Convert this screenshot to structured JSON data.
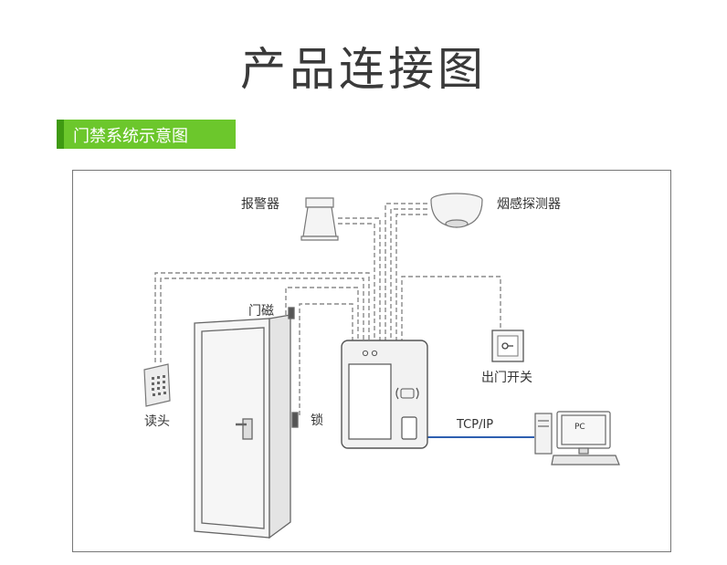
{
  "page": {
    "title": "产品连接图",
    "section_label": "门禁系统示意图"
  },
  "diagram": {
    "labels": {
      "alarm": "报警器",
      "smoke": "烟感探测器",
      "door_sensor": "门磁",
      "lock": "锁",
      "reader": "读头",
      "exit_button": "出门开关",
      "network": "TCP/IP",
      "pc": "PC"
    },
    "colors": {
      "accent_green": "#6cc72c",
      "accent_green_dark": "#3f9a12",
      "network_line": "#2e5fb0",
      "dashed_line": "#8a8a8a"
    }
  }
}
